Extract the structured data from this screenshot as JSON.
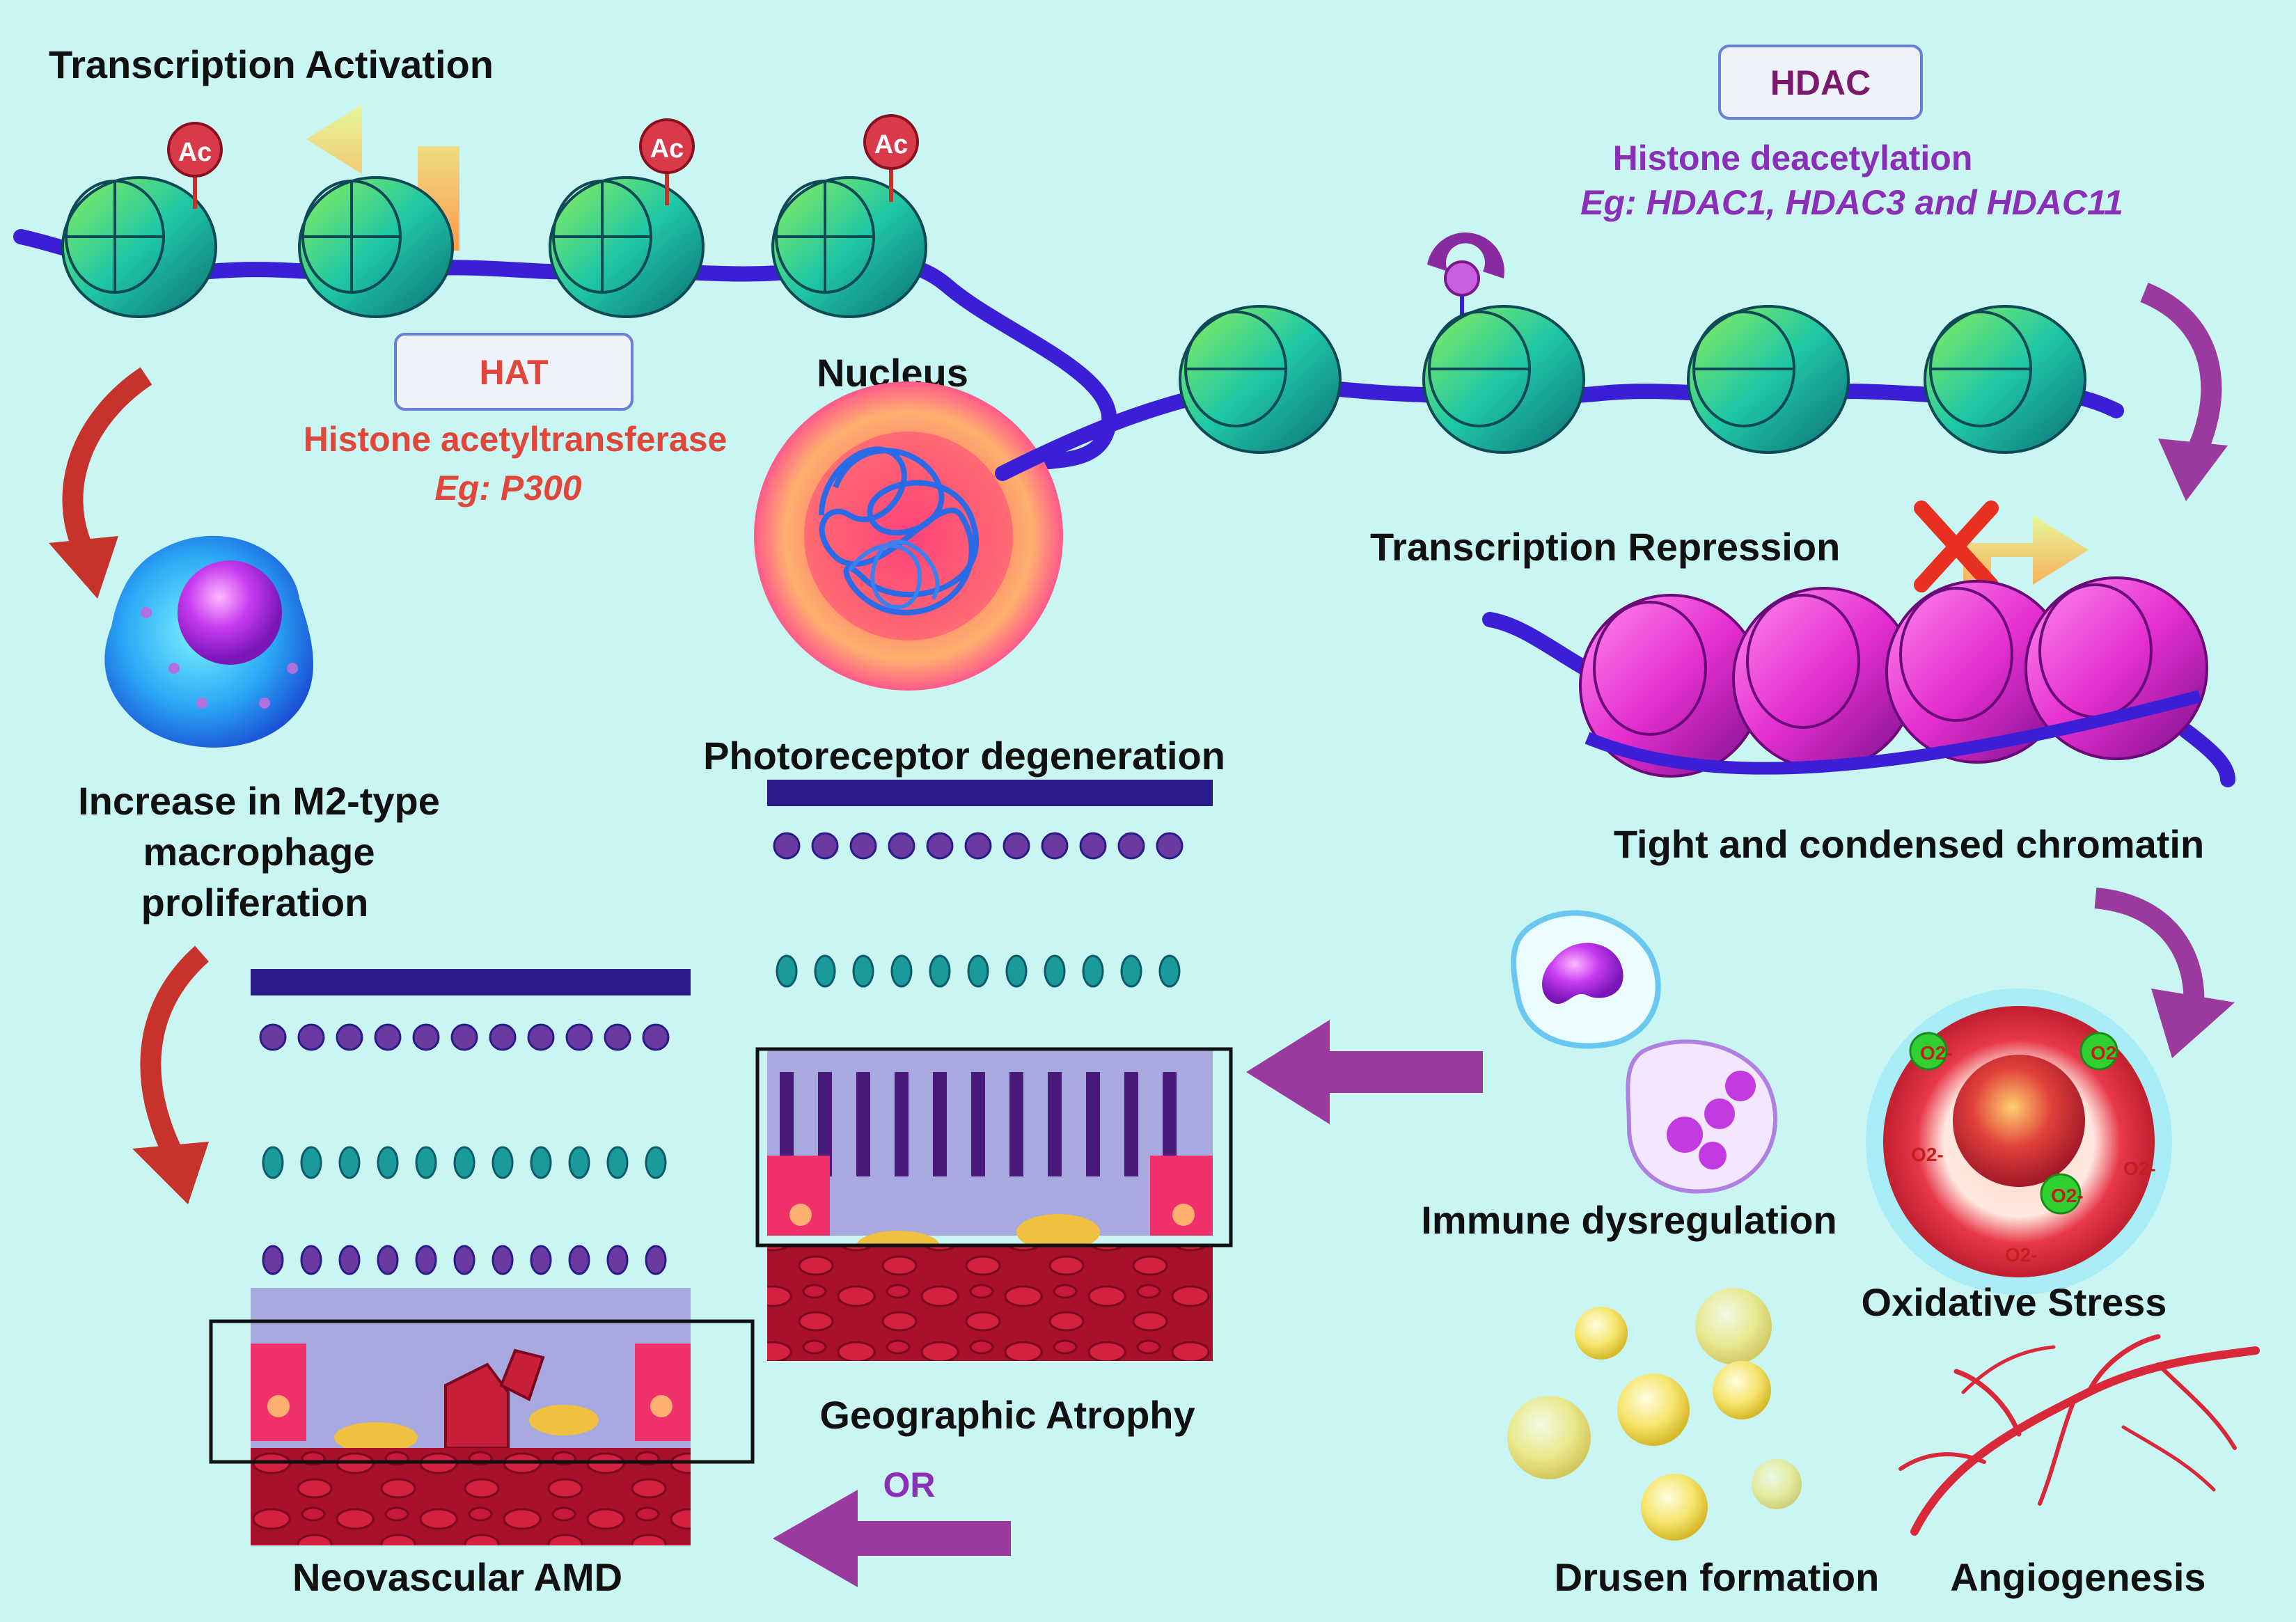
{
  "colors": {
    "background": "#c9f5f2",
    "histone_active": "#1fc7a6",
    "histone_repressed": "#e52fd0",
    "dna": "#3b1fd6",
    "hat_red": "#e0463a",
    "hdac_purple": "#8a2fb8",
    "arrow_red": "#c8322c",
    "arrow_purple": "#9b3a9e"
  },
  "labels": {
    "transcription_activation": "Transcription Activation",
    "acetyl": "Ac",
    "hat_box": "HAT",
    "hat_name": "Histone acetyltransferase",
    "hat_example": "Eg: P300",
    "nucleus": "Nucleus",
    "hdac_box": "HDAC",
    "hdac_name": "Histone deacetylation",
    "hdac_example": "Eg: HDAC1, HDAC3 and HDAC11",
    "transcription_repression": "Transcription Repression",
    "tight_chromatin": "Tight and condensed chromatin",
    "m2_line1": "Increase in M2-type",
    "m2_line2": "macrophage",
    "m2_line3": "proliferation",
    "photoreceptor": "Photoreceptor degeneration",
    "immune": "Immune dysregulation",
    "oxidative": "Oxidative Stress",
    "superoxide": "O2-",
    "geographic": "Geographic Atrophy",
    "or": "OR",
    "neovascular": "Neovascular AMD",
    "drusen": "Drusen formation",
    "angiogenesis": "Angiogenesis"
  }
}
